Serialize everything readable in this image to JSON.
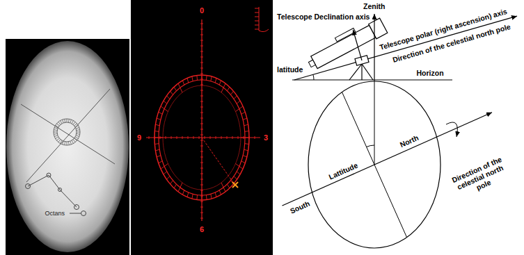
{
  "diagram": {
    "labels": [
      "Octans",
      "0",
      "3",
      "6",
      "9",
      "Zenith",
      "Telescope Declination axis",
      "Telescope polar (right ascension) axis",
      "Direction of the celestial north pole",
      "latitude",
      "Horizon",
      "North",
      "Lattitude",
      "Direction of the celestial north pole",
      "South"
    ]
  }
}
